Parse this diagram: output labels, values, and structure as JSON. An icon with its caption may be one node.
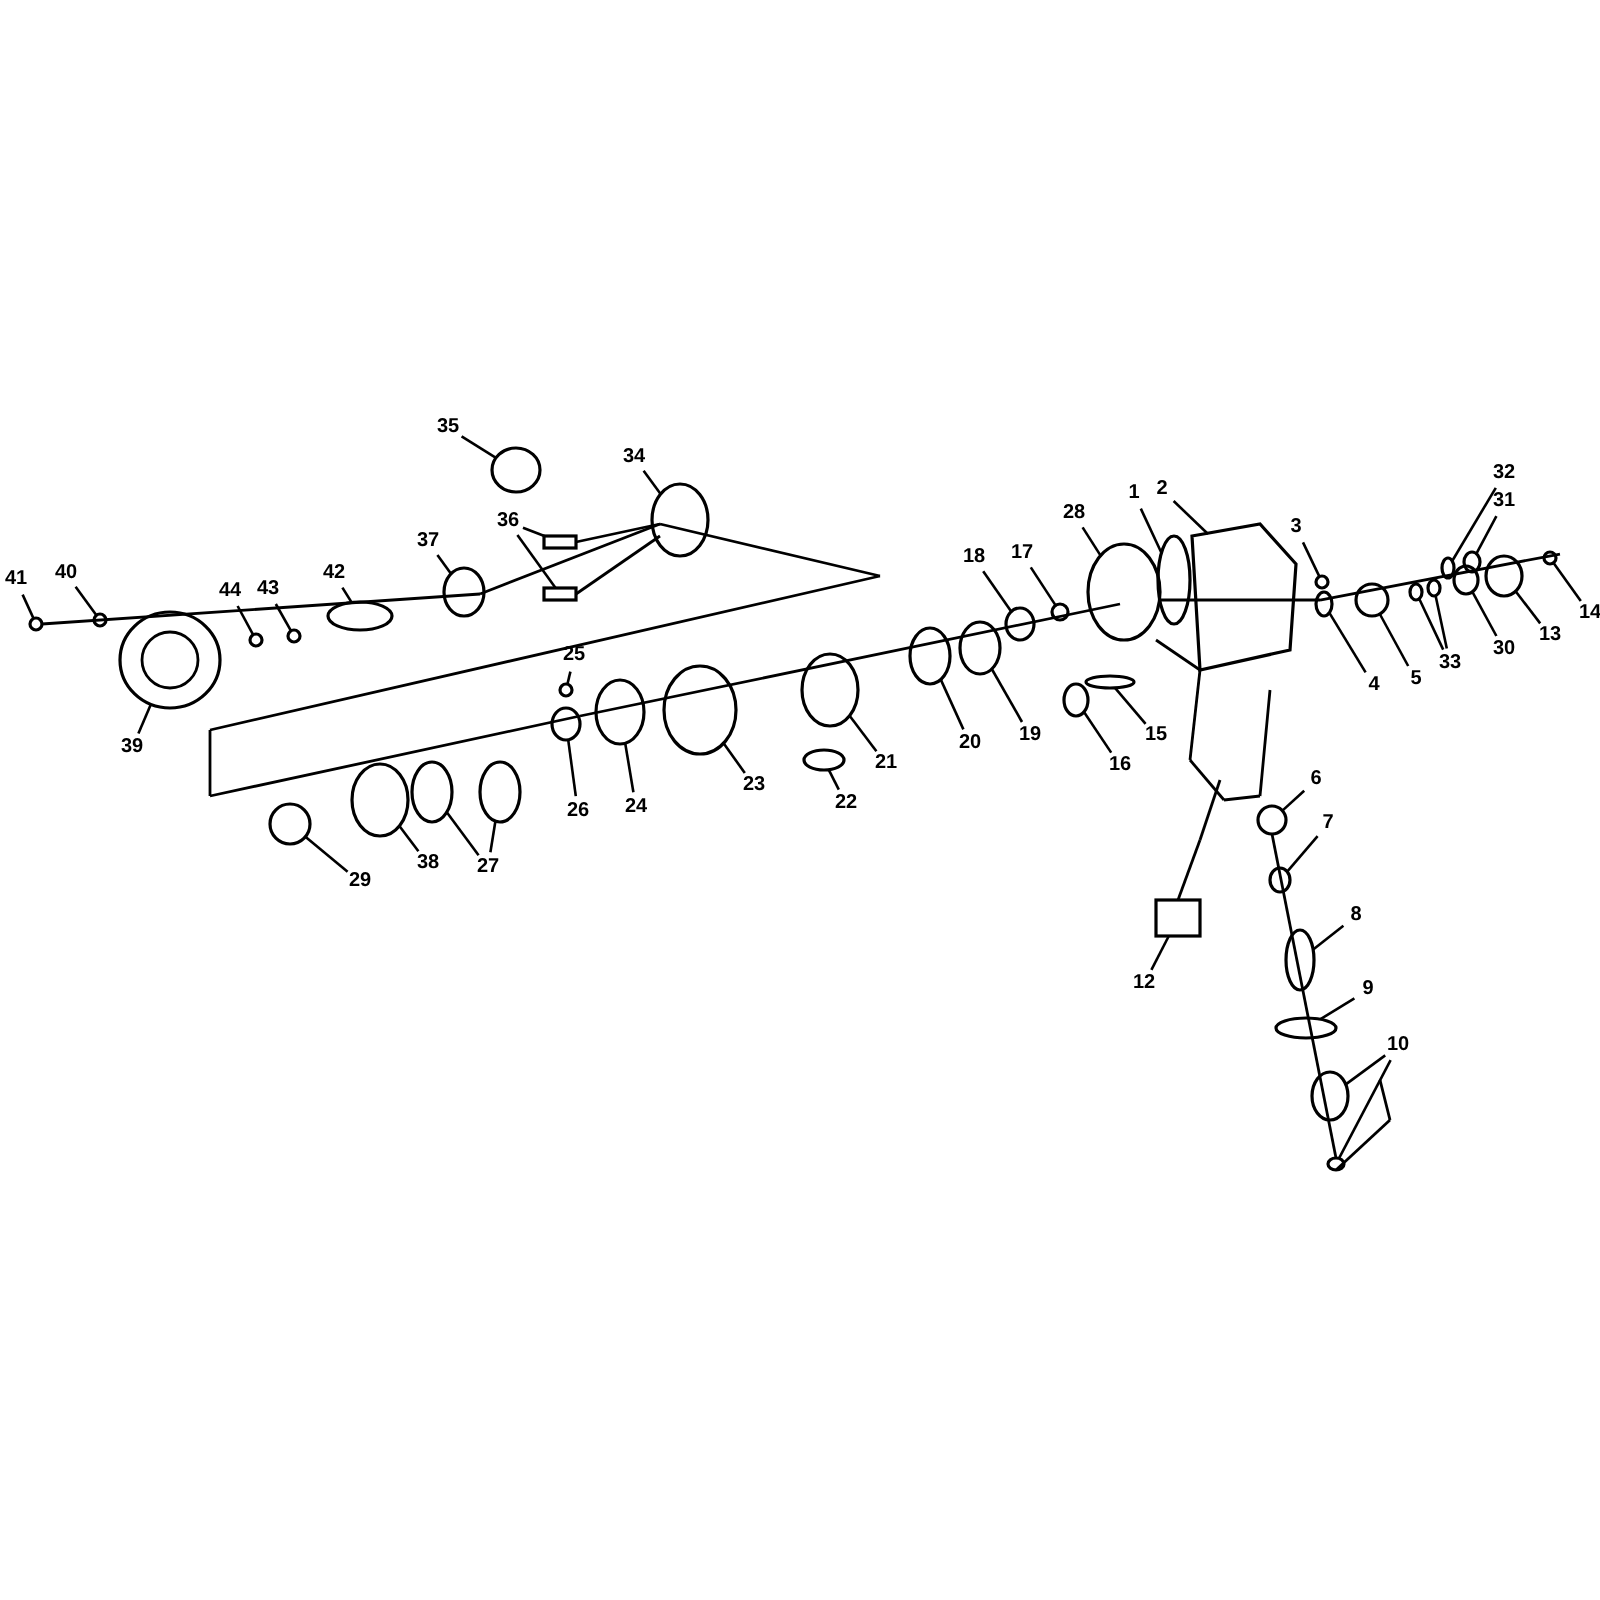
{
  "diagram": {
    "nodes": [
      {
        "text": [
          "32"
        ]
      },
      {
        "text": [
          "31"
        ]
      },
      {
        "text": [
          "35"
        ]
      },
      {
        "text": [
          "34"
        ]
      },
      {
        "text": [
          "28"
        ]
      },
      {
        "text": [
          "1"
        ]
      },
      {
        "text": [
          "2"
        ]
      },
      {
        "text": [
          "3"
        ]
      },
      {
        "text": [
          "36"
        ]
      },
      {
        "text": [
          "37"
        ]
      },
      {
        "text": [
          "18"
        ]
      },
      {
        "text": [
          "17"
        ]
      },
      {
        "text": [
          "41"
        ]
      },
      {
        "text": [
          "40"
        ]
      },
      {
        "text": [
          "44"
        ]
      },
      {
        "text": [
          "43"
        ]
      },
      {
        "text": [
          "42"
        ]
      },
      {
        "text": [
          "14"
        ]
      },
      {
        "text": [
          "13"
        ]
      },
      {
        "text": [
          "30"
        ]
      },
      {
        "text": [
          "33"
        ]
      },
      {
        "text": [
          "5"
        ]
      },
      {
        "text": [
          "4"
        ]
      },
      {
        "text": [
          "25"
        ]
      },
      {
        "text": [
          "39"
        ]
      },
      {
        "text": [
          "15"
        ]
      },
      {
        "text": [
          "19"
        ]
      },
      {
        "text": [
          "20"
        ]
      },
      {
        "text": [
          "16"
        ]
      },
      {
        "text": [
          "21"
        ]
      },
      {
        "text": [
          "6"
        ]
      },
      {
        "text": [
          "23"
        ]
      },
      {
        "text": [
          "22"
        ]
      },
      {
        "text": [
          "24"
        ]
      },
      {
        "text": [
          "26"
        ]
      },
      {
        "text": [
          "7"
        ]
      },
      {
        "text": [
          "27"
        ]
      },
      {
        "text": [
          "38"
        ]
      },
      {
        "text": [
          "29"
        ]
      },
      {
        "text": [
          "8"
        ]
      },
      {
        "text": [
          "12"
        ]
      },
      {
        "text": [
          "9"
        ]
      },
      {
        "text": [
          "10"
        ]
      },
      {
        "text": [],
        "shape": "circle"
      },
      {
        "text": [],
        "shape": "circle"
      },
      {
        "text": [],
        "shape": "circle"
      },
      {
        "text": [],
        "shape": "circle"
      },
      {
        "text": [],
        "shape": "circle"
      },
      {
        "text": [],
        "shape": "circle"
      },
      {
        "text": [],
        "shape": "picture"
      },
      {
        "text": [],
        "shape": "circle"
      },
      {
        "text": [],
        "shape": "box"
      },
      {
        "text": [],
        "shape": "box"
      },
      {
        "text": [],
        "shape": "circle"
      },
      {
        "text": [],
        "shape": "circle"
      },
      {
        "text": [],
        "shape": "circle"
      },
      {
        "text": [],
        "shape": "circle"
      },
      {
        "text": [],
        "shape": "circle"
      },
      {
        "text": [],
        "shape": "circle"
      },
      {
        "text": [],
        "shape": "circle"
      },
      {
        "text": [],
        "shape": "circle"
      },
      {
        "text": [],
        "shape": "circle"
      },
      {
        "text": [],
        "shape": "circle"
      },
      {
        "text": [],
        "shape": "circle"
      },
      {
        "text": [],
        "shape": "circle"
      },
      {
        "text": [],
        "shape": "circle"
      },
      {
        "text": [],
        "shape": "circle"
      },
      {
        "text": [],
        "shape": "circle"
      },
      {
        "text": [],
        "shape": "circle"
      },
      {
        "text": [],
        "shape": "circle"
      },
      {
        "text": [],
        "shape": "circle"
      },
      {
        "text": [],
        "shape": "circle"
      },
      {
        "text": [],
        "shape": "circle"
      },
      {
        "text": [],
        "shape": "circle"
      },
      {
        "text": [],
        "shape": "circle"
      },
      {
        "text": [],
        "shape": "circle"
      },
      {
        "text": [],
        "shape": "circle"
      },
      {
        "text": [],
        "shape": "circle"
      },
      {
        "text": [],
        "shape": "circle"
      },
      {
        "text": [],
        "shape": "circle"
      },
      {
        "text": [],
        "shape": "circle"
      },
      {
        "text": [],
        "shape": "circle"
      },
      {
        "text": [],
        "shape": "circle"
      },
      {
        "text": [],
        "shape": "circle"
      },
      {
        "text": [],
        "shape": "circle"
      },
      {
        "text": [],
        "shape": "circle"
      },
      {
        "text": [],
        "shape": "box"
      },
      {
        "text": [],
        "shape": "circle"
      },
      {
        "text": [],
        "shape": "circle"
      },
      {
        "text": [],
        "shape": "circle"
      }
    ],
    "edges": [
      {
        "from": 0,
        "to": 43,
        "arrow": "none"
      },
      {
        "from": 1,
        "to": 44,
        "arrow": "none"
      },
      {
        "from": 2,
        "to": 45,
        "arrow": "none"
      },
      {
        "from": 3,
        "to": 46,
        "arrow": "none"
      },
      {
        "from": 4,
        "to": 47,
        "arrow": "none"
      },
      {
        "from": 5,
        "to": 48,
        "arrow": "none"
      },
      {
        "from": 6,
        "to": 49,
        "arrow": "none"
      },
      {
        "from": 7,
        "to": 50,
        "arrow": "none"
      },
      {
        "from": 8,
        "to": 51,
        "arrow": "none"
      },
      {
        "from": 8,
        "to": 52,
        "arrow": "none"
      },
      {
        "from": 9,
        "to": 53,
        "arrow": "none"
      },
      {
        "from": 10,
        "to": 54,
        "arrow": "none"
      },
      {
        "from": 11,
        "to": 55,
        "arrow": "none"
      },
      {
        "from": 12,
        "to": 56,
        "arrow": "none"
      },
      {
        "from": 13,
        "to": 57,
        "arrow": "none"
      },
      {
        "from": 14,
        "to": 58,
        "arrow": "none"
      },
      {
        "from": 15,
        "to": 59,
        "arrow": "none"
      },
      {
        "from": 16,
        "to": 60,
        "arrow": "none"
      },
      {
        "from": 17,
        "to": 61,
        "arrow": "none"
      },
      {
        "from": 18,
        "to": 62,
        "arrow": "none"
      },
      {
        "from": 19,
        "to": 63,
        "arrow": "none"
      },
      {
        "from": 20,
        "to": 64,
        "arrow": "none"
      },
      {
        "from": 20,
        "to": 65,
        "arrow": "none"
      },
      {
        "from": 21,
        "to": 66,
        "arrow": "none"
      },
      {
        "from": 22,
        "to": 67,
        "arrow": "none"
      },
      {
        "from": 23,
        "to": 68,
        "arrow": "none"
      },
      {
        "from": 24,
        "to": 69,
        "arrow": "none"
      },
      {
        "from": 25,
        "to": 70,
        "arrow": "none"
      },
      {
        "from": 26,
        "to": 71,
        "arrow": "none"
      },
      {
        "from": 27,
        "to": 72,
        "arrow": "none"
      },
      {
        "from": 28,
        "to": 73,
        "arrow": "none"
      },
      {
        "from": 29,
        "to": 74,
        "arrow": "none"
      },
      {
        "from": 30,
        "to": 75,
        "arrow": "none"
      },
      {
        "from": 31,
        "to": 76,
        "arrow": "none"
      },
      {
        "from": 32,
        "to": 77,
        "arrow": "none"
      },
      {
        "from": 33,
        "to": 78,
        "arrow": "none"
      },
      {
        "from": 34,
        "to": 79,
        "arrow": "none"
      },
      {
        "from": 35,
        "to": 80,
        "arrow": "none"
      },
      {
        "from": 36,
        "to": 81,
        "arrow": "none"
      },
      {
        "from": 36,
        "to": 82,
        "arrow": "none"
      },
      {
        "from": 37,
        "to": 83,
        "arrow": "none"
      },
      {
        "from": 38,
        "to": 84,
        "arrow": "none"
      },
      {
        "from": 39,
        "to": 85,
        "arrow": "none"
      },
      {
        "from": 40,
        "to": 86,
        "arrow": "none"
      },
      {
        "from": 41,
        "to": 87,
        "arrow": "none"
      },
      {
        "from": 42,
        "to": 88,
        "arrow": "none"
      },
      {
        "from": 42,
        "to": 89,
        "arrow": "none"
      }
    ]
  }
}
